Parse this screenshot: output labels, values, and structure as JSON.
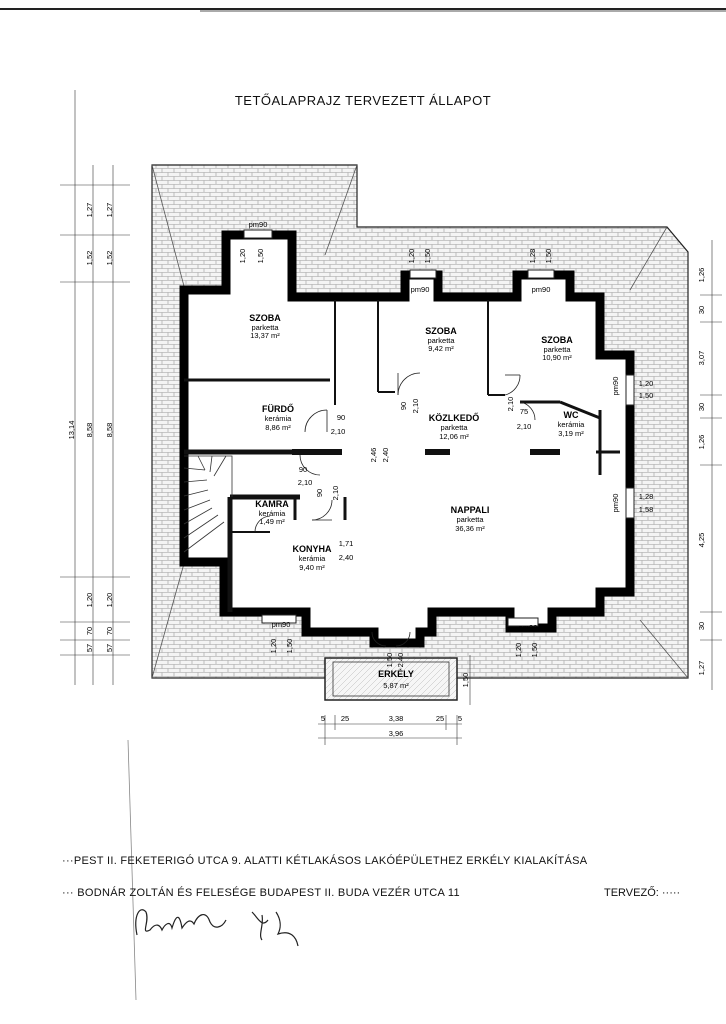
{
  "title": "TETŐALAPRAJZ TERVEZETT ÁLLAPOT",
  "rooms": {
    "szoba1": {
      "name": "SZOBA",
      "floor": "parketta",
      "area": "13,37 m²"
    },
    "szoba2": {
      "name": "SZOBA",
      "floor": "parketta",
      "area": "9,42 m²"
    },
    "szoba3": {
      "name": "SZOBA",
      "floor": "parketta",
      "area": "10,90 m²"
    },
    "furdo": {
      "name": "FÜRDŐ",
      "floor": "kerámia",
      "area": "8,86 m²"
    },
    "kozlekedo": {
      "name": "KÖZLKEDŐ",
      "floor": "parketta",
      "area": "12,06 m²"
    },
    "wc": {
      "name": "WC",
      "floor": "kerámia",
      "area": "3,19 m²"
    },
    "kamra": {
      "name": "KAMRA",
      "floor": "kerámia",
      "area": "1,49 m²"
    },
    "konyha": {
      "name": "KONYHA",
      "floor": "kerámia",
      "area": "9,40 m²"
    },
    "nappali": {
      "name": "NAPPALI",
      "floor": "parketta",
      "area": "36,36 m²"
    },
    "erkely": {
      "name": "ERKÉLY",
      "floor": "",
      "area": "5,87 m²"
    }
  },
  "window_tags": {
    "pm90": "pm90",
    "w120": "1,20",
    "w150": "1,50",
    "w128": "1,28",
    "w158": "1,58"
  },
  "door_dims": {
    "d90": "90",
    "d210": "2,10",
    "d75": "75",
    "d246": "2,46",
    "d240": "2,40",
    "d171": "1,71"
  },
  "left_dims": {
    "a": "1,27",
    "b": "1,52",
    "c": "8,58",
    "d": "1,20",
    "e": "70",
    "f": "57",
    "total": "13,14"
  },
  "right_dims": {
    "a": "1,26",
    "b": "30",
    "c": "3,07",
    "d": "30",
    "e": "1,26",
    "f": "4,25",
    "g": "30",
    "h": "1,27"
  },
  "bottom_dims": {
    "a": "5",
    "b": "25",
    "c": "3,38",
    "d": "25",
    "e": "5",
    "total": "3,96",
    "balcony_h": "1,50"
  },
  "footer": {
    "line1": "···PEST II. FEKETERIGÓ UTCA 9. ALATTI KÉTLAKÁSOS LAKÓÉPÜLETHEZ ERKÉLY KIALAKÍTÁSA",
    "line2": "··· BODNÁR ZOLTÁN ÉS FELESÉGE  BUDAPEST II. BUDA VEZÉR UTCA 11",
    "designer": "TERVEZŐ: ·····"
  }
}
